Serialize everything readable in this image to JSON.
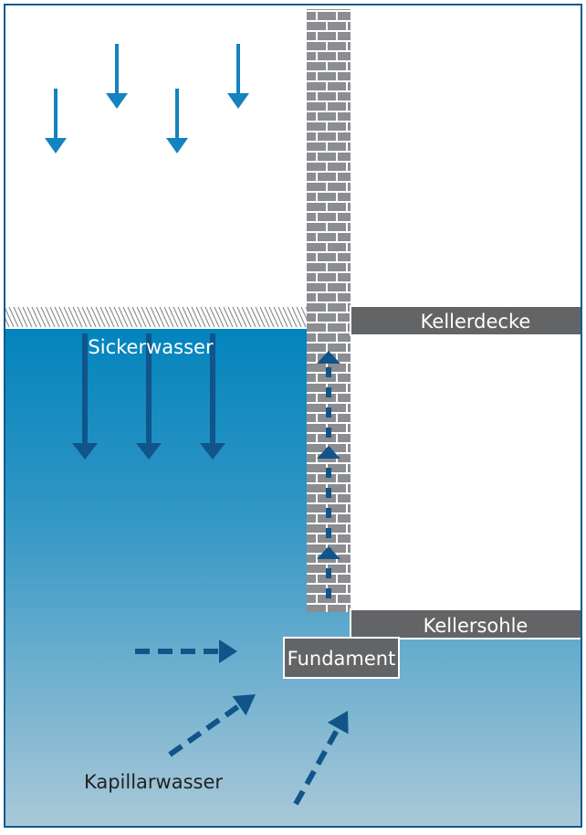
{
  "labels": {
    "kellerdecke": "Kellerdecke",
    "sickerwasser": "Sickerwasser",
    "kellersohle": "Kellersohle",
    "fundament": "Fundament",
    "kapillarwasser": "Kapillarwasser"
  },
  "colors": {
    "border": "#0e5a8c",
    "arrow_light": "#1583bd",
    "arrow_dark": "#11548a",
    "water_top": "#0384bd",
    "water_bottom": "#a9c8d8",
    "slab": "#636466",
    "wall": "#8b8d90",
    "mortar": "#ffffff",
    "hatch": "#8e9092"
  },
  "icons": {
    "rain_arrows": "arrow-down-icon",
    "seepage_arrows": "arrow-down-icon",
    "rising_arrows": "dashed-arrow-up-icon",
    "capillary_arrows": "dashed-arrow-icon"
  }
}
